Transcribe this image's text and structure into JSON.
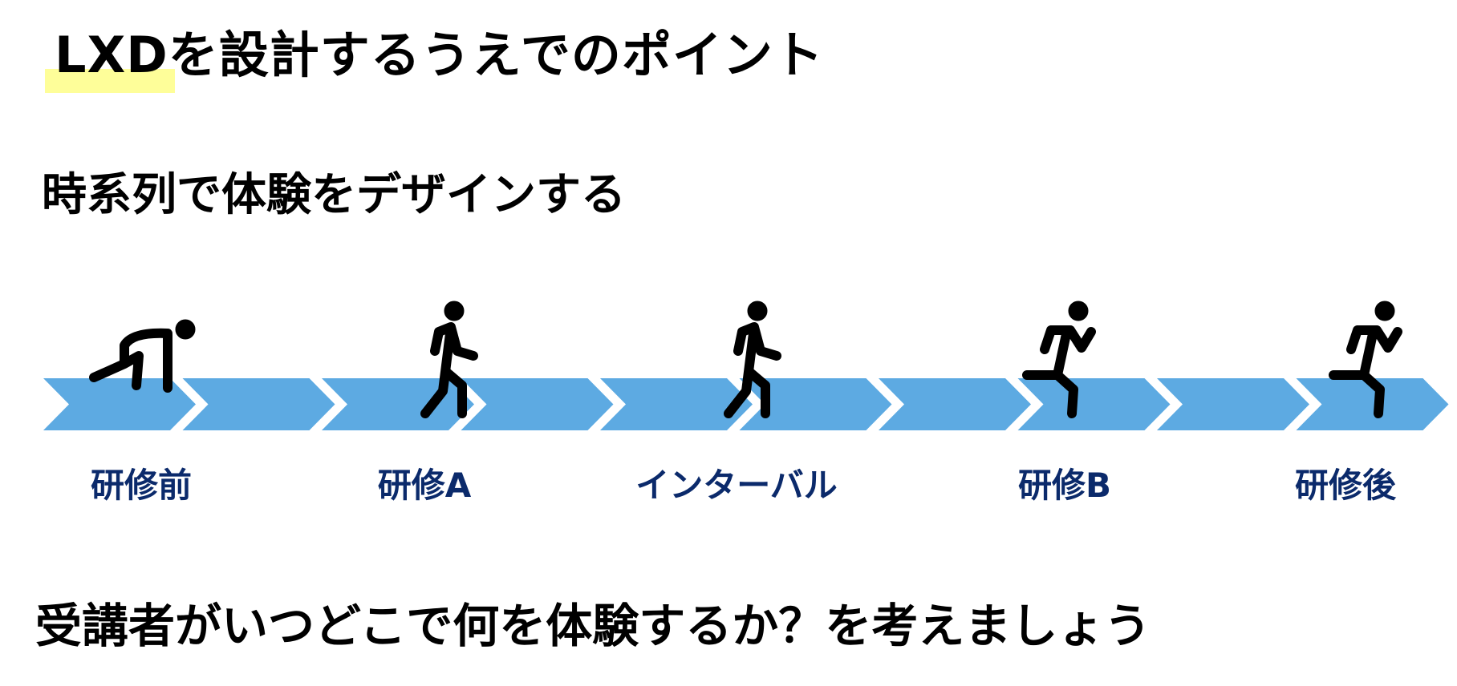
{
  "title": "LXDを設計するうえでのポイント",
  "subtitle": "時系列で体験をデザインする",
  "stages": [
    {
      "label": "研修前",
      "figure": "crouching-start-icon"
    },
    {
      "label": "研修A",
      "figure": "walking-person-icon"
    },
    {
      "label": "インターバル",
      "figure": "walking-person-icon"
    },
    {
      "label": "研修B",
      "figure": "running-person-icon"
    },
    {
      "label": "研修後",
      "figure": "running-person-icon"
    }
  ],
  "bottom_text": "受講者がいつどこで何を体験するか？を考えましょう",
  "colors": {
    "chevron": "#5daae2",
    "label": "#0b2a6b",
    "highlight": "#fefe99"
  }
}
